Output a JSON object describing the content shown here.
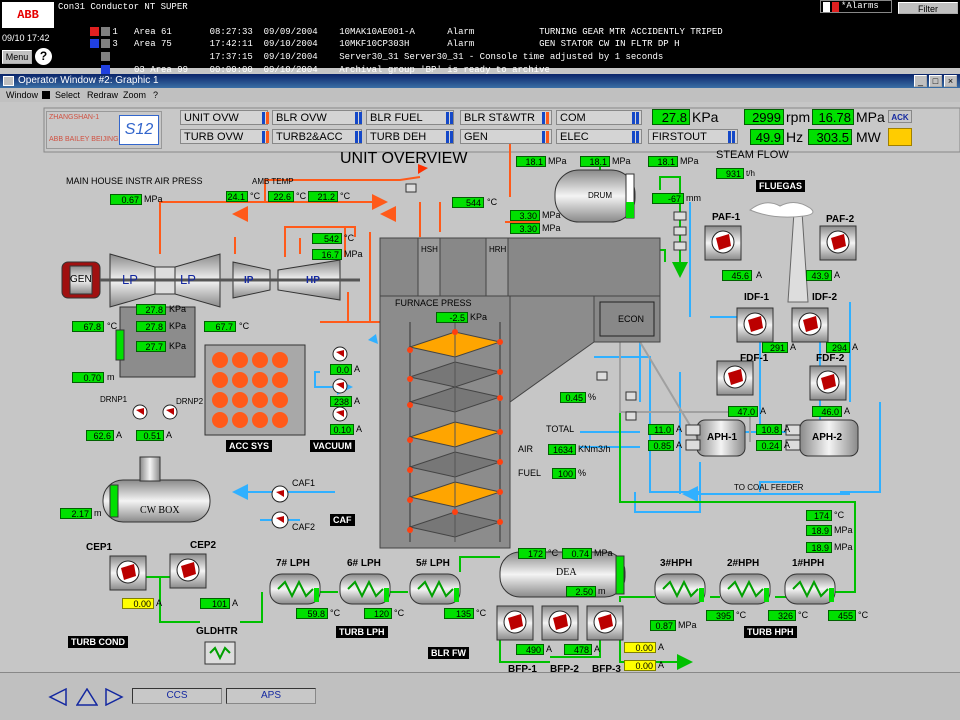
{
  "topbar": {
    "logo": "ABB",
    "date": "09/10 17:42",
    "menu_label": "Menu",
    "help_label": "?",
    "header": "Con31    Conductor NT        SUPER",
    "alarm_button": "*Alarms",
    "filter_button": "Filter",
    "rows": [
      {
        "text": "1   Area 61       08:27:33  09/09/2004    10MAK10AE001-A      Alarm            TURNING GEAR MTR ACCIDENTLY TRIPED"
      },
      {
        "text": "3   Area 75       17:42:11  09/10/2004    10MKF10CP303H       Alarm            GEN STATOR CW IN FLTR DP H"
      },
      {
        "text": "                  17:37:15  09/10/2004    Server30_31 Server30_31 - Console time adjusted by 1 seconds"
      },
      {
        "text": "    03 Area 99    00:00:00  09/10/2004    Archival group 'BP' is ready to archive"
      }
    ]
  },
  "window": {
    "title": "Operator Window #2: Graphic 1",
    "menu": [
      "Window",
      "Select",
      "Redraw",
      "Zoom",
      "?"
    ]
  },
  "header_panel": {
    "logo_line1": "ZHANGSHAN-1",
    "logo_line2": "ABB BAILEY BEIJING",
    "nav_row1": [
      "UNIT OVW",
      "BLR OVW",
      "BLR FUEL",
      "BLR ST&WTR",
      "COM"
    ],
    "nav_row2": [
      "TURB OVW",
      "TURB2&ACC",
      "TURB DEH",
      "GEN",
      "ELEC",
      "FIRSTOUT"
    ],
    "kpa_value": "27.8",
    "kpa_unit": "KPa",
    "rpm_value": "2999",
    "rpm_unit": "rpm",
    "mpa_value": "16.78",
    "mpa_unit": "MPa",
    "ack_label": "ACK",
    "hz_value": "49.9",
    "hz_unit": "Hz",
    "mw_value": "303.5",
    "mw_unit": "MW"
  },
  "overview": {
    "title": "UNIT OVERVIEW",
    "main_house_label": "MAIN HOUSE INSTR AIR PRESS",
    "main_house_value": "0.67",
    "amb_temp_label": "AMB TEMP",
    "amb_temps": [
      "24.1",
      "22.6",
      "21.2"
    ],
    "drum_label": "DRUM",
    "drum_mpa": [
      "18.1",
      "18.1",
      "18.1"
    ],
    "drum_level": "-67",
    "steam_flow_label": "STEAM FLOW",
    "steam_flow_value": "931",
    "fluegas_label": "FLUEGAS",
    "main_steam_temp": "544",
    "reheat_mpa": [
      "3.30",
      "3.30"
    ],
    "hp_temp": "542",
    "hp_mpa": "16.7",
    "hsh_label": "HSH",
    "hrh_label": "HRH",
    "furnace_press_label": "FURNACE PRESS",
    "furnace_press_value": "-2.5",
    "econ_label": "ECON",
    "gen_label": "GEN",
    "lp_label": "LP",
    "ip_label": "IP",
    "hp_label": "HP",
    "condenser_kpa": [
      "27.8",
      "27.8",
      "27.7"
    ],
    "cond_temp_left": "67.8",
    "cond_temp_right": "67.7",
    "hotwell_level": "0.70",
    "drnp1_label": "DRNP1",
    "drnp2_label": "DRNP2",
    "drnp_amps": [
      "62.6",
      "0.51"
    ],
    "acc_sys_label": "ACC SYS",
    "vacuum_label": "VACUUM",
    "vacuum_amps": [
      "0.0",
      "238",
      "0.10"
    ],
    "total_label": "TOTAL",
    "air_label": "AIR",
    "air_value": "1634",
    "air_unit": "KNm3/h",
    "fuel_label": "FUEL",
    "fuel_value": "100",
    "damper_pct": "0.45",
    "paf1_label": "PAF-1",
    "paf2_label": "PAF-2",
    "paf_amps": [
      "45.6",
      "43.9"
    ],
    "idf1_label": "IDF-1",
    "idf2_label": "IDF-2",
    "idf_amps": [
      "291",
      "294"
    ],
    "fdf1_label": "FDF-1",
    "fdf2_label": "FDF-2",
    "fdf_amps": [
      "47.0",
      "46.0"
    ],
    "aph1_label": "APH-1",
    "aph2_label": "APH-2",
    "aph_amps": [
      "11.0",
      "0.85",
      "10.8",
      "0.24"
    ],
    "coal_feeder_label": "TO COAL FEEDER",
    "cwbox_label": "CW BOX",
    "cwbox_level": "2.17",
    "caf1_label": "CAF1",
    "caf2_label": "CAF2",
    "caf_label": "CAF",
    "cep1_label": "CEP1",
    "cep2_label": "CEP2",
    "cep_amps": [
      "0.00",
      "101"
    ],
    "turb_cond_label": "TURB COND",
    "gldhtr_label": "GLDHTR",
    "lph7_label": "7# LPH",
    "lph6_label": "6# LPH",
    "lph5_label": "5# LPH",
    "lph_temps": [
      "59.8",
      "120",
      "135"
    ],
    "turb_lph_label": "TURB LPH",
    "blr_fw_label": "BLR FW",
    "dea_label": "DEA",
    "dea_temp": "172",
    "dea_mpa": "0.74",
    "dea_level": "2.50",
    "bfp1_label": "BFP-1",
    "bfp2_label": "BFP-2",
    "bfp3_label": "BFP-3",
    "bfp_amps": [
      "490",
      "478",
      "0.00",
      "0.00"
    ],
    "hph3_label": "3#HPH",
    "hph2_label": "2#HPH",
    "hph1_label": "1#HPH",
    "hph_mpa": "0.87",
    "hph_temps": [
      "395",
      "326",
      "455"
    ],
    "turb_hph_label": "TURB HPH",
    "fw_outlet": [
      "174",
      "18.9",
      "18.9"
    ],
    "unit_c": "°C",
    "unit_mpa": "MPa",
    "unit_kpa": "KPa",
    "unit_a": "A",
    "unit_m": "m",
    "unit_mm": "mm",
    "unit_th": "t/h",
    "unit_pct": "%"
  },
  "bottom": {
    "ccs_label": "CCS",
    "aps_label": "APS"
  },
  "colors": {
    "value_green": "#00e000",
    "steam_orange": "#ff5a1a",
    "water_blue": "#30b0ff",
    "feed_green": "#00c000",
    "titlebar": "#0a246a"
  }
}
